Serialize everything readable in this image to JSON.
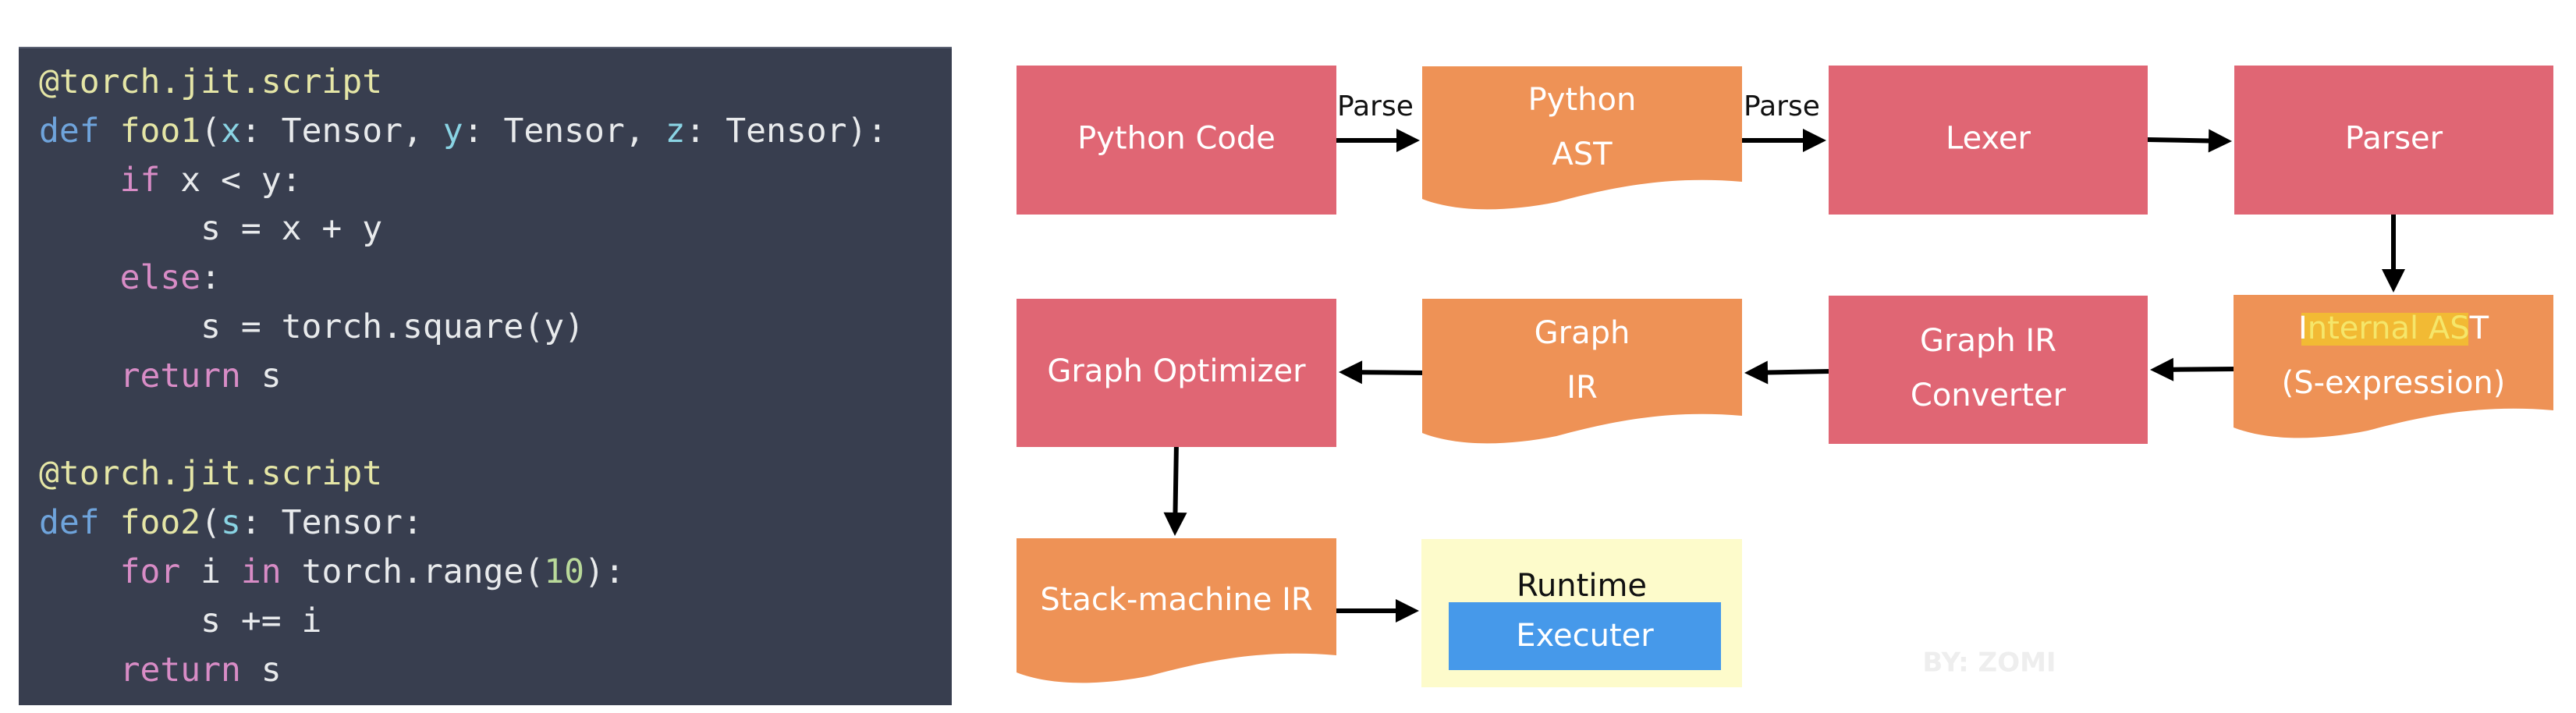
{
  "code": {
    "lines": [
      [
        {
          "t": "@torch.jit.script",
          "c": "dec"
        }
      ],
      [
        {
          "t": "def",
          "c": "kw"
        },
        {
          "t": " ",
          "c": "plain"
        },
        {
          "t": "foo1",
          "c": "fn"
        },
        {
          "t": "(",
          "c": "plain"
        },
        {
          "t": "x",
          "c": "param"
        },
        {
          "t": ": Tensor, ",
          "c": "plain"
        },
        {
          "t": "y",
          "c": "param"
        },
        {
          "t": ": Tensor, ",
          "c": "plain"
        },
        {
          "t": "z",
          "c": "param"
        },
        {
          "t": ": Tensor):",
          "c": "plain"
        }
      ],
      [
        {
          "t": "    ",
          "c": "plain"
        },
        {
          "t": "if",
          "c": "ctrl"
        },
        {
          "t": " x < y:",
          "c": "plain"
        }
      ],
      [
        {
          "t": "        s = x + y",
          "c": "plain"
        }
      ],
      [
        {
          "t": "    ",
          "c": "plain"
        },
        {
          "t": "else",
          "c": "ctrl"
        },
        {
          "t": ":",
          "c": "plain"
        }
      ],
      [
        {
          "t": "        s = torch.square(y)",
          "c": "plain"
        }
      ],
      [
        {
          "t": "    ",
          "c": "plain"
        },
        {
          "t": "return",
          "c": "ctrl"
        },
        {
          "t": " s",
          "c": "plain"
        }
      ],
      [],
      [
        {
          "t": "@torch.jit.script",
          "c": "dec"
        }
      ],
      [
        {
          "t": "def",
          "c": "kw"
        },
        {
          "t": " ",
          "c": "plain"
        },
        {
          "t": "foo2",
          "c": "fn"
        },
        {
          "t": "(",
          "c": "plain"
        },
        {
          "t": "s",
          "c": "param"
        },
        {
          "t": ": Tensor:",
          "c": "plain"
        }
      ],
      [
        {
          "t": "    ",
          "c": "plain"
        },
        {
          "t": "for",
          "c": "ctrl"
        },
        {
          "t": " i ",
          "c": "plain"
        },
        {
          "t": "in",
          "c": "ctrl"
        },
        {
          "t": " torch.range(",
          "c": "plain"
        },
        {
          "t": "10",
          "c": "num"
        },
        {
          "t": "):",
          "c": "plain"
        }
      ],
      [
        {
          "t": "        s += i",
          "c": "plain"
        }
      ],
      [
        {
          "t": "    ",
          "c": "plain"
        },
        {
          "t": "return",
          "c": "ctrl"
        },
        {
          "t": " s",
          "c": "plain"
        }
      ]
    ]
  },
  "colors": {
    "process": "#e06674",
    "data": "#ee9256",
    "runtime_bg": "#fdfbcb",
    "executer": "#4699ea",
    "highlight": "#f2c12e",
    "arrow": "#000000"
  },
  "diagram": {
    "nodes": {
      "python_code": {
        "lines": [
          "Python Code"
        ],
        "kind": "process"
      },
      "python_ast": {
        "lines": [
          "Python",
          "AST"
        ],
        "kind": "data"
      },
      "lexer": {
        "lines": [
          "Lexer"
        ],
        "kind": "process"
      },
      "parser": {
        "lines": [
          "Parser"
        ],
        "kind": "process"
      },
      "internal_ast": {
        "lines": [
          "Internal AST",
          "(S-expression)"
        ],
        "kind": "data",
        "highlighted_text": "nternal AS"
      },
      "graph_ir_converter": {
        "lines": [
          "Graph IR",
          "Converter"
        ],
        "kind": "process"
      },
      "graph_ir": {
        "lines": [
          "Graph",
          "IR"
        ],
        "kind": "data"
      },
      "graph_optimizer": {
        "lines": [
          "Graph Optimizer"
        ],
        "kind": "process"
      },
      "stack_machine_ir": {
        "lines": [
          "Stack-machine IR"
        ],
        "kind": "data"
      },
      "runtime": {
        "title": "Runtime",
        "inner": "Executer",
        "kind": "container"
      }
    },
    "edges": [
      {
        "from": "python_code",
        "to": "python_ast",
        "label": "Parse"
      },
      {
        "from": "python_ast",
        "to": "lexer",
        "label": "Parse"
      },
      {
        "from": "lexer",
        "to": "parser",
        "label": ""
      },
      {
        "from": "parser",
        "to": "internal_ast",
        "label": ""
      },
      {
        "from": "internal_ast",
        "to": "graph_ir_converter",
        "label": ""
      },
      {
        "from": "graph_ir_converter",
        "to": "graph_ir",
        "label": ""
      },
      {
        "from": "graph_ir",
        "to": "graph_optimizer",
        "label": ""
      },
      {
        "from": "graph_optimizer",
        "to": "stack_machine_ir",
        "label": ""
      },
      {
        "from": "stack_machine_ir",
        "to": "runtime",
        "label": ""
      }
    ],
    "watermark": "BY: ZOMI"
  }
}
